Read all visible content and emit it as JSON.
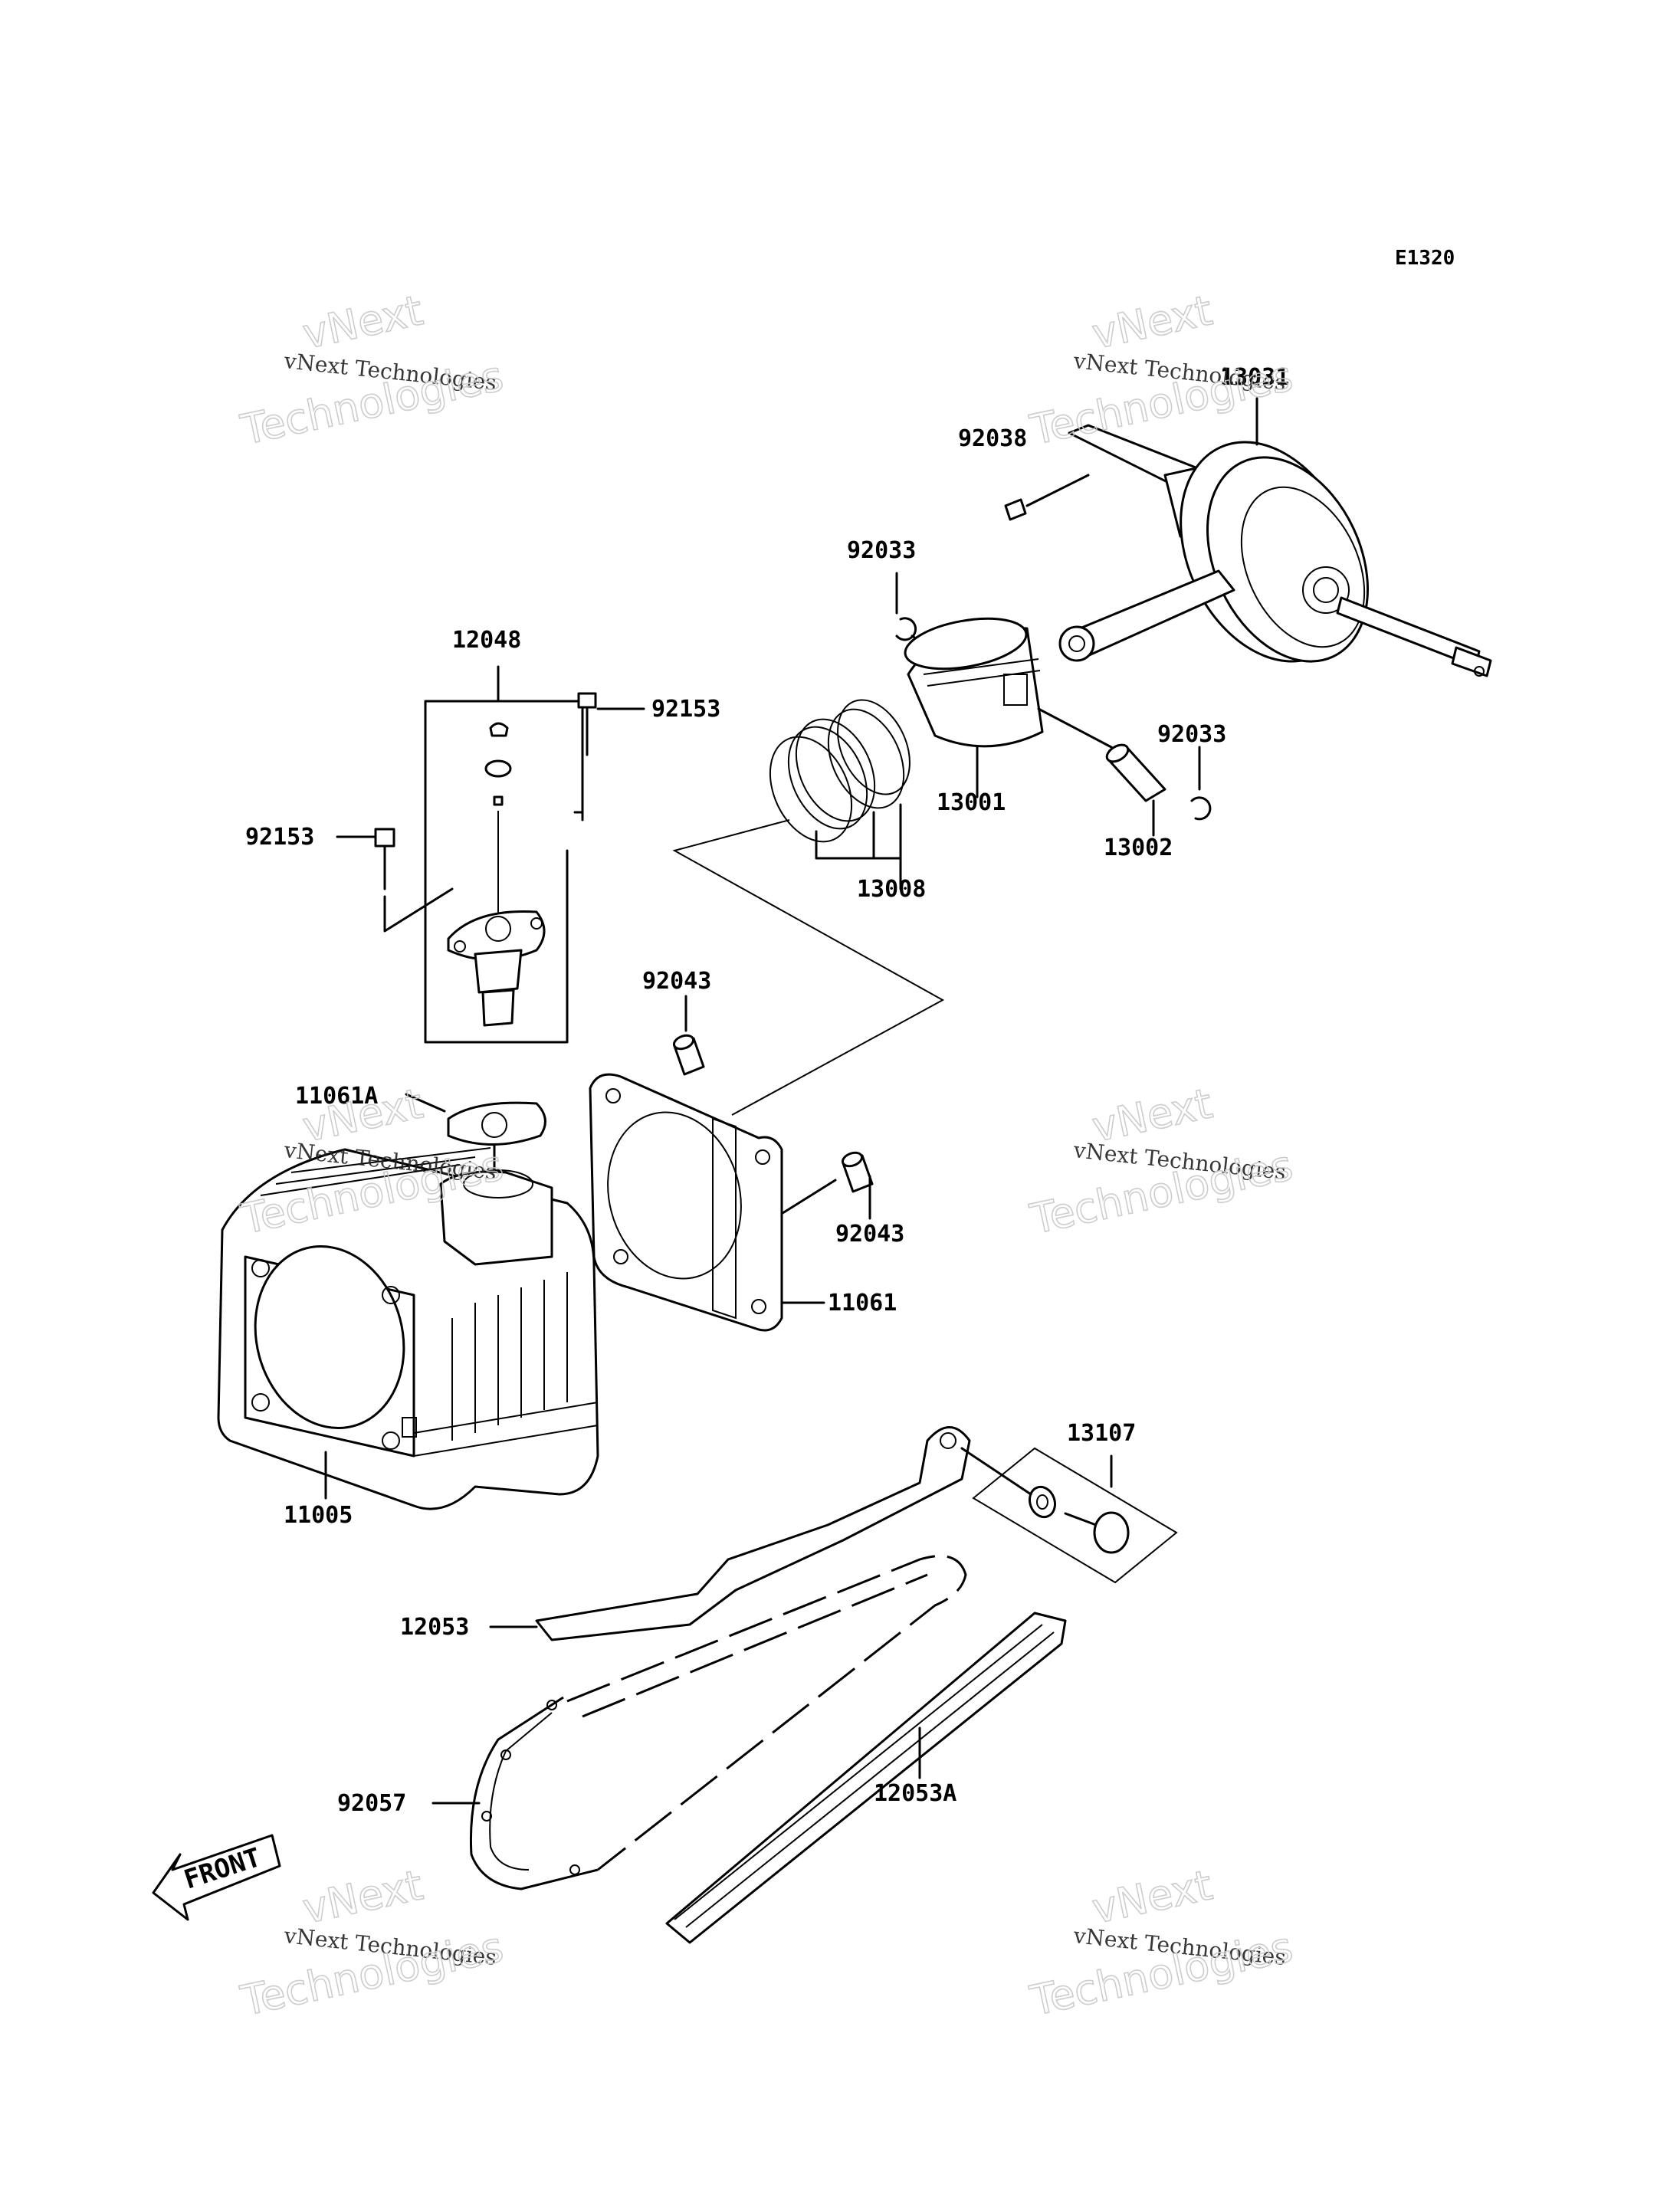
{
  "diagram_code": "E1320",
  "watermark": {
    "line": "vNext Technologies",
    "brand": "vNext",
    "word": "Technologies"
  },
  "front_marker": "FRONT",
  "parts": [
    {
      "id": "13031",
      "label": "13031"
    },
    {
      "id": "92038",
      "label": "92038"
    },
    {
      "id": "92033a",
      "label": "92033"
    },
    {
      "id": "92033b",
      "label": "92033"
    },
    {
      "id": "12048",
      "label": "12048"
    },
    {
      "id": "92153a",
      "label": "92153"
    },
    {
      "id": "92153b",
      "label": "92153"
    },
    {
      "id": "13001",
      "label": "13001"
    },
    {
      "id": "13002",
      "label": "13002"
    },
    {
      "id": "13008",
      "label": "13008"
    },
    {
      "id": "92043a",
      "label": "92043"
    },
    {
      "id": "92043b",
      "label": "92043"
    },
    {
      "id": "11061A",
      "label": "11061A"
    },
    {
      "id": "11061",
      "label": "11061"
    },
    {
      "id": "11005",
      "label": "11005"
    },
    {
      "id": "13107",
      "label": "13107"
    },
    {
      "id": "12053",
      "label": "12053"
    },
    {
      "id": "92057",
      "label": "92057"
    },
    {
      "id": "12053A",
      "label": "12053A"
    }
  ]
}
